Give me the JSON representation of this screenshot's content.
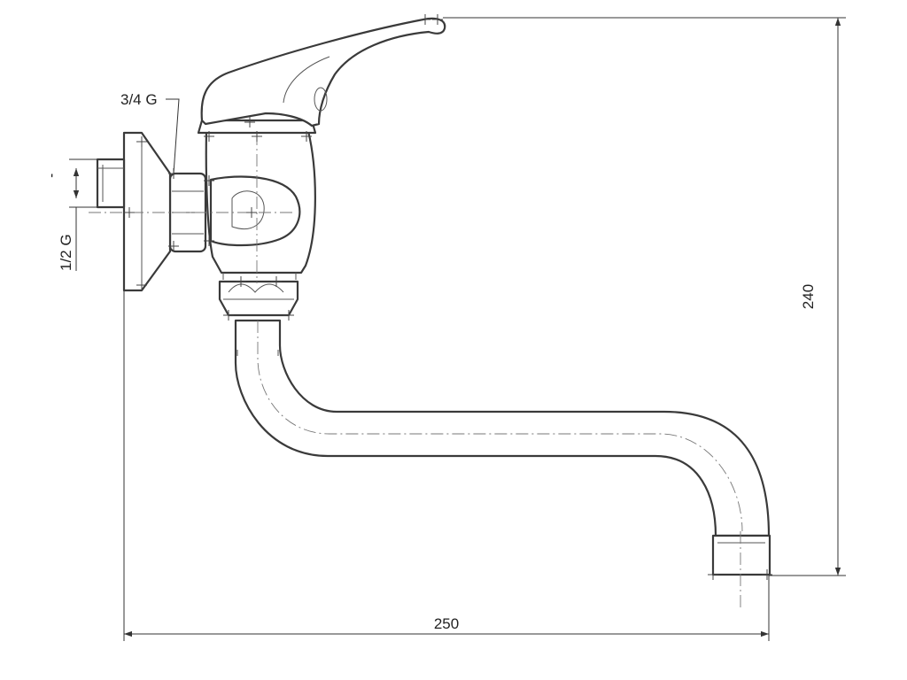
{
  "labels": {
    "thread_top": "3/4 G",
    "thread_side": "1/2 G",
    "width": "250",
    "height": "240",
    "tick": "'"
  },
  "colors": {
    "line": "#3a3a3a",
    "background": "#ffffff"
  }
}
